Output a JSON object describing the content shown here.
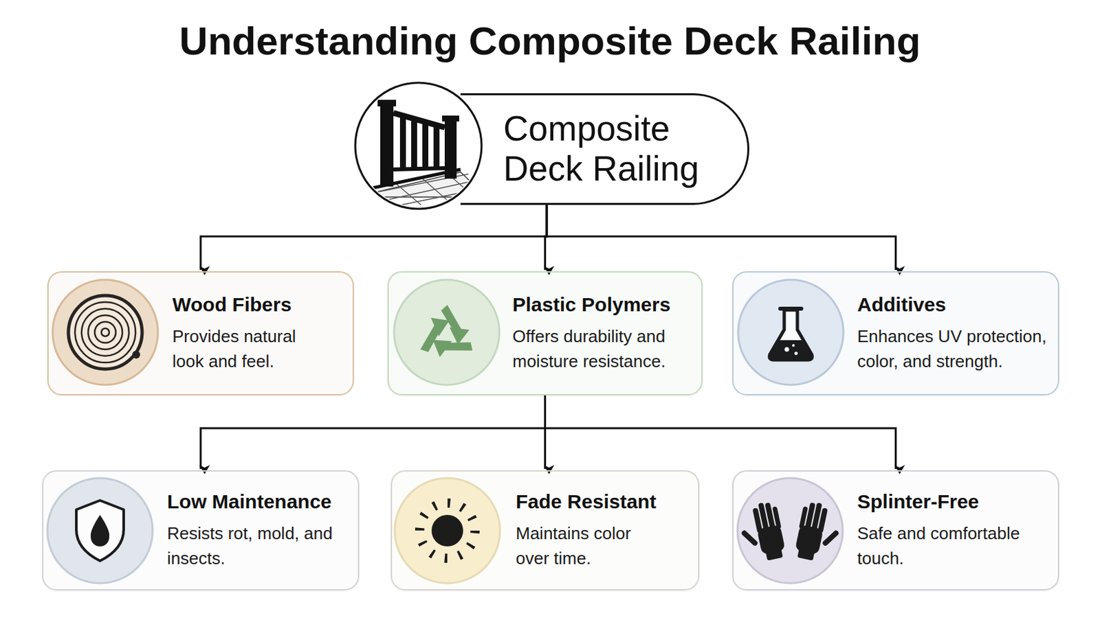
{
  "diagram": {
    "title": "Understanding Composite Deck Railing",
    "nodes": [
      {
        "text": [
          "Composite Deck Railing"
        ]
      },
      {
        "text": [
          "Wood Fibers",
          "Provides natural look and feel."
        ]
      },
      {
        "text": [
          "Plastic Polymers",
          "Offers durability and moisture resistance."
        ]
      },
      {
        "text": [
          "Additives",
          "Enhances UV protection, color, and strength."
        ]
      },
      {
        "text": [
          "Low Maintenance",
          "Resists rot, mold, and insects."
        ]
      },
      {
        "text": [
          "Fade Resistant",
          "Maintains color over time."
        ]
      },
      {
        "text": [
          "Splinter-Free",
          "Safe and comfortable touch."
        ]
      }
    ],
    "edges": [
      {
        "from": 0,
        "to": 1,
        "arrow": "to"
      },
      {
        "from": 0,
        "to": 2,
        "arrow": "to"
      },
      {
        "from": 0,
        "to": 3,
        "arrow": "to"
      },
      {
        "from": 2,
        "to": 4,
        "arrow": "to"
      },
      {
        "from": 2,
        "to": 5,
        "arrow": "to"
      },
      {
        "from": 2,
        "to": 6,
        "arrow": "to"
      }
    ]
  }
}
